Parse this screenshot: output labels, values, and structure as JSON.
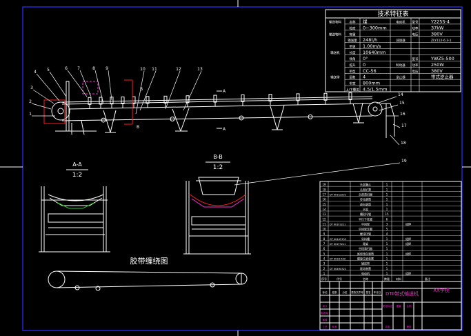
{
  "colors": {
    "background": "#000000",
    "line": "#ffffff",
    "frame": "#2a2aff",
    "magenta": "#ff2bd6",
    "red": "#ff2020",
    "green": "#1fcf1f",
    "yellow": "#ffff33"
  },
  "spec_table": {
    "title": "技术特征表",
    "rows": [
      {
        "group": "输送物料",
        "label": "名称",
        "value": "煤",
        "dev": "电动机",
        "sub": "型号",
        "sv": "Y225S-4"
      },
      {
        "group": "",
        "label": "粒度",
        "value": "0~300mm",
        "dev": "",
        "sub": "功率",
        "sv": "37kW"
      },
      {
        "group": "输送物料",
        "label": "容重",
        "value": "",
        "dev": "",
        "sub": "电压",
        "sv": "380V"
      },
      {
        "group": "",
        "label": "输送量",
        "value": "248t/h",
        "dev": "减速器",
        "sub": "",
        "sv": "ZLY112-6.3-1"
      },
      {
        "group": "",
        "label": "带速",
        "value": "1.00m/s",
        "dev": "",
        "sub": "",
        "sv": ""
      },
      {
        "group": "输送机",
        "label": "长度",
        "value": "10640mm",
        "dev": "",
        "sub": "",
        "sv": ""
      },
      {
        "group": "",
        "label": "倾角",
        "value": "0°",
        "dev": "",
        "sub": "型号",
        "sv": "YWZ5-500"
      },
      {
        "group": "",
        "label": "提升",
        "value": "0",
        "dev": "制动器",
        "sub": "功率",
        "sv": "250W"
      },
      {
        "group": "",
        "label": "带型",
        "value": "CC-56",
        "dev": "",
        "sub": "电压",
        "sv": "380V"
      },
      {
        "group": "输送带",
        "label": "层数",
        "value": "4",
        "dev": "逆止器",
        "sub": "",
        "sv": "带式逆止器"
      },
      {
        "group": "",
        "label": "带宽",
        "value": "800mm",
        "dev": "",
        "sub": "",
        "sv": ""
      },
      {
        "group": "",
        "label": "上/下覆盖",
        "value": "4.5/1.5mm",
        "dev": "",
        "sub": "",
        "sv": ""
      }
    ]
  },
  "callouts": [
    "1",
    "2",
    "3",
    "4",
    "5",
    "6",
    "7",
    "8",
    "9",
    "10",
    "11",
    "12",
    "13",
    "14",
    "15",
    "16",
    "17",
    "18",
    "19"
  ],
  "section_labels": {
    "a_marker": "A",
    "b_marker": "B",
    "section_aa_title": "A-A",
    "section_aa_scale": "1:2",
    "section_bb_title": "B-B",
    "section_bb_scale": "1:2"
  },
  "belt_diagram_title": "胶带缠绕图",
  "parts_list": {
    "rows": [
      {
        "no": "19",
        "code": "",
        "name": "头部漏斗",
        "qty": "1",
        "mat": "",
        "note": ""
      },
      {
        "no": "18",
        "code": "",
        "name": "头部护罩",
        "qty": "1",
        "mat": "",
        "note": ""
      },
      {
        "no": "17",
        "code": "DT II01C3231",
        "name": "头部清扫器",
        "qty": "1",
        "mat": "",
        "note": ""
      },
      {
        "no": "16",
        "code": "",
        "name": "传动滚筒",
        "qty": "1",
        "mat": "",
        "note": ""
      },
      {
        "no": "15",
        "code": "",
        "name": "改向滚筒",
        "qty": "1",
        "mat": "",
        "note": ""
      },
      {
        "no": "14",
        "code": "",
        "name": "头架",
        "qty": "1",
        "mat": "",
        "note": ""
      },
      {
        "no": "13",
        "code": "",
        "name": "槽形托辊",
        "qty": "15",
        "mat": "",
        "note": ""
      },
      {
        "no": "12",
        "code": "",
        "name": "平行下托辊",
        "qty": "6",
        "mat": "",
        "note": ""
      },
      {
        "no": "11",
        "code": "DT II01F3211",
        "name": "中间架",
        "qty": "3",
        "mat": "",
        "note": "组焊"
      },
      {
        "no": "10",
        "code": "",
        "name": "中间架支腿",
        "qty": "5",
        "mat": "",
        "note": ""
      },
      {
        "no": "9",
        "code": "",
        "name": "缓冲托辊",
        "qty": "4",
        "mat": "",
        "note": ""
      },
      {
        "no": "8",
        "code": "DT II04H2133",
        "name": "导料槽",
        "qty": "1",
        "mat": "",
        "note": "组焊"
      },
      {
        "no": "7",
        "code": "DT II01F3211",
        "name": "尾架",
        "qty": "1",
        "mat": "",
        "note": "组焊"
      },
      {
        "no": "6",
        "code": "",
        "name": "空段清扫器",
        "qty": "1",
        "mat": "",
        "note": ""
      },
      {
        "no": "5",
        "code": "",
        "name": "尾部改向滚筒",
        "qty": "1",
        "mat": "",
        "note": "组焊"
      },
      {
        "no": "4",
        "code": "DT II01D-500",
        "name": "螺旋拉紧装置",
        "qty": "1",
        "mat": "",
        "note": ""
      },
      {
        "no": "3",
        "code": "",
        "name": "输送带",
        "qty": "1",
        "mat": "",
        "note": ""
      },
      {
        "no": "2",
        "code": "DT II04H0322",
        "name": "驱动装置",
        "qty": "1",
        "mat": "",
        "note": ""
      },
      {
        "no": "1",
        "code": "",
        "name": "电动机",
        "qty": "1",
        "mat": "",
        "note": "组焊"
      }
    ],
    "header": [
      "序号",
      "代号",
      "名称",
      "数量",
      "材料",
      "备注"
    ]
  },
  "title_block": {
    "drawing_name": "DTⅡ带式输送机",
    "school": "XX学院",
    "labels": [
      "标记",
      "处数",
      "分区",
      "更改文件号",
      "签名",
      "年月日",
      "设计",
      "标准化",
      "阶段标记",
      "重量",
      "比例",
      "审核",
      "工艺",
      "批准",
      "共张",
      "第张"
    ]
  }
}
